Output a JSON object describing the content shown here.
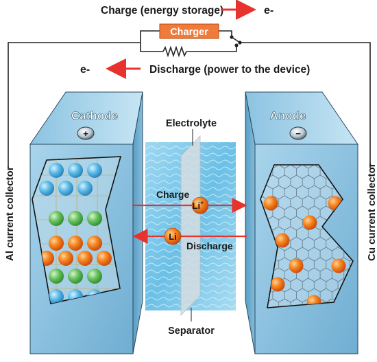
{
  "top": {
    "charge_label": "Charge (energy storage)",
    "charge_electron": "e-",
    "charger_label": "Charger",
    "discharge_electron": "e-",
    "discharge_label": "Discharge (power to the device)"
  },
  "side": {
    "left_collector": "Al current collector",
    "right_collector": "Cu current collector"
  },
  "cathode": {
    "title": "Cathode",
    "terminal_sign": "+"
  },
  "anode": {
    "title": "Anode",
    "terminal_sign": "−"
  },
  "middle": {
    "electrolyte_label": "Electrolyte",
    "separator_label": "Separator",
    "charge_label": "Charge",
    "discharge_label": "Discharge",
    "li_ion_label": "Li",
    "li_ion_superscript": "+",
    "li_atom_label": "Li"
  },
  "colors": {
    "arrow_red": "#e8322d",
    "charger_orange": "#f07a3a",
    "box_front": "#9ccbe6",
    "box_top": "#b9dcef",
    "box_side": "#6ea9cc",
    "electrolyte": "#7fc8ea",
    "li_orange": "#f4781e",
    "cathode_blue": "#4fb4e6",
    "cathode_green": "#5fbf5a"
  }
}
